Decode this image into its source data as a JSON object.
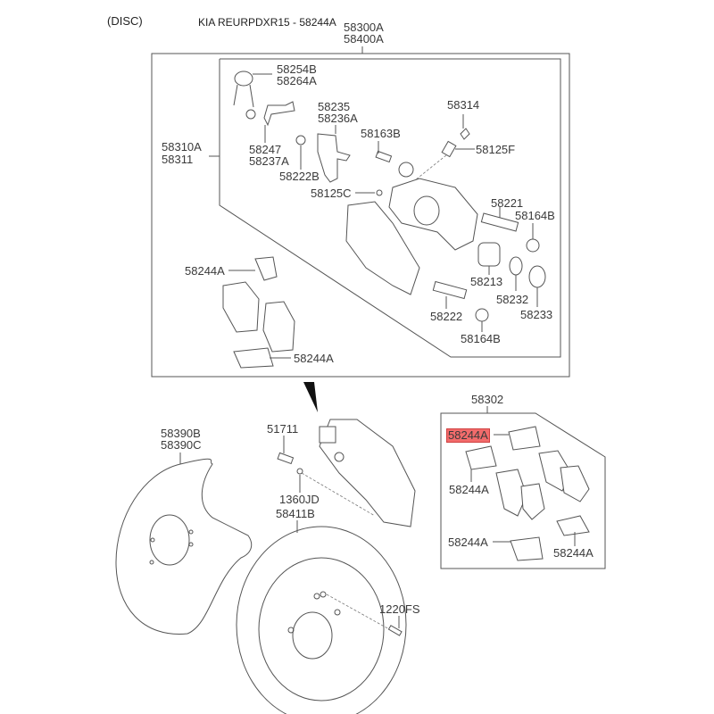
{
  "header": {
    "section": "(DISC)",
    "title": "KIA REURPDXR15 - 58244A"
  },
  "highlighted_part": "58244A",
  "colors": {
    "highlight": "#f26b6b",
    "line": "#555555"
  },
  "labels": {
    "caliper_assy_1": "58300A",
    "caliper_assy_2": "58400A",
    "caliper_body_1": "58310A",
    "caliper_body_2": "58311",
    "spring_1": "58254B",
    "spring_2": "58264A",
    "lever_1": "58247",
    "lever_2": "58237A",
    "bracket_1": "58235",
    "bracket_2": "58236A",
    "boot_nut": "58222B",
    "bolt": "58163B",
    "bleeder_small": "58125C",
    "cap": "58314",
    "bleeder": "58125F",
    "pin_upper": "58221",
    "boot_upper": "58164B",
    "piston": "58213",
    "seal": "58232",
    "boot_piston": "58233",
    "pin_lower": "58222",
    "boot_lower": "58164B",
    "clip_upper": "58244A",
    "clip_lower": "58244A",
    "pad_kit": "58302",
    "kit_clip_highlight": "58244A",
    "kit_clip_left": "58244A",
    "kit_clip_bottom_left": "58244A",
    "kit_clip_bottom_right": "58244A",
    "bolt_mount": "51711",
    "washer": "1360JD",
    "disc": "58411B",
    "shield_1": "58390B",
    "shield_2": "58390C",
    "screw": "1220FS"
  }
}
